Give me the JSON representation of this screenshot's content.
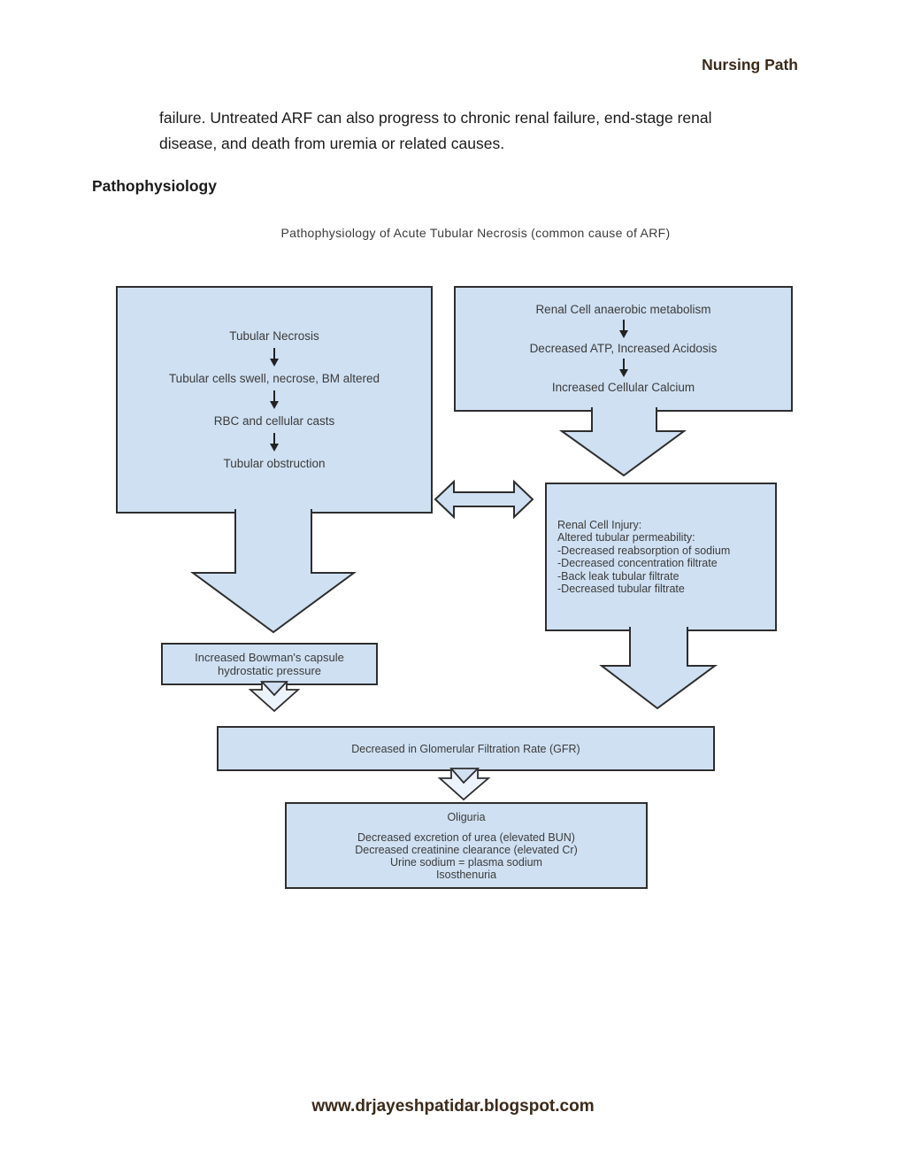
{
  "page": {
    "header": "Nursing Path",
    "body_line1": "failure. Untreated ARF can also progress to chronic renal failure, end-stage renal",
    "body_line2": "disease, and death from uremia or related causes.",
    "section_heading": "Pathophysiology",
    "footer": "www.drjayeshpatidar.blogspot.com"
  },
  "diagram": {
    "title": "Pathophysiology of Acute Tubular Necrosis (common cause of ARF)",
    "colors": {
      "box_fill": "#cfe0f2",
      "box_border": "#2e2e2e",
      "diagram_text": "#3b3b3b",
      "header_footer_text": "#3b2a1a"
    },
    "left_box": {
      "steps": [
        "Tubular Necrosis",
        "Tubular cells swell, necrose, BM altered",
        "RBC and cellular casts",
        "Tubular obstruction"
      ]
    },
    "right_box": {
      "steps": [
        "Renal Cell anaerobic metabolism",
        "Decreased ATP, Increased Acidosis",
        "Increased Cellular Calcium"
      ]
    },
    "injury_box": {
      "lines": [
        "Renal Cell Injury:",
        "Altered tubular permeability:",
        "-Decreased reabsorption of sodium",
        "-Decreased concentration filtrate",
        "-Back leak tubular filtrate",
        "-Decreased tubular filtrate"
      ]
    },
    "bowman_box": {
      "line1": "Increased Bowman's capsule",
      "line2": "hydrostatic pressure"
    },
    "gfr_box": {
      "label": "Decreased in Glomerular Filtration Rate (GFR)"
    },
    "oliguria_box": {
      "title": "Oliguria",
      "lines": [
        "Decreased excretion of urea (elevated BUN)",
        "Decreased creatinine clearance (elevated Cr)",
        "Urine sodium = plasma sodium",
        "Isosthenuria"
      ]
    }
  }
}
